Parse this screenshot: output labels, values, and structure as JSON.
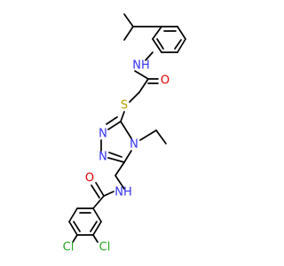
{
  "molecule": {
    "atoms": {
      "nh_top": {
        "element": "N",
        "hydrogen": "H",
        "text": "NH"
      },
      "o_top": {
        "element": "O",
        "text": "O"
      },
      "s": {
        "element": "S",
        "text": "S"
      },
      "n_ring_1": {
        "element": "N",
        "text": "N"
      },
      "n_ring_2": {
        "element": "N",
        "text": "N"
      },
      "n_ring_4": {
        "element": "N",
        "text": "N"
      },
      "nh_bottom": {
        "element": "N",
        "hydrogen": "H",
        "text": "NH"
      },
      "o_bottom": {
        "element": "O",
        "text": "O"
      },
      "cl_1": {
        "element": "Cl",
        "text": "Cl"
      },
      "cl_2": {
        "element": "Cl",
        "text": "Cl"
      }
    },
    "colors": {
      "carbon": "#000000",
      "nitrogen": "#3333ee",
      "oxygen": "#e00000",
      "sulfur": "#b8a000",
      "chlorine": "#22aa22",
      "background": "#ffffff"
    }
  }
}
